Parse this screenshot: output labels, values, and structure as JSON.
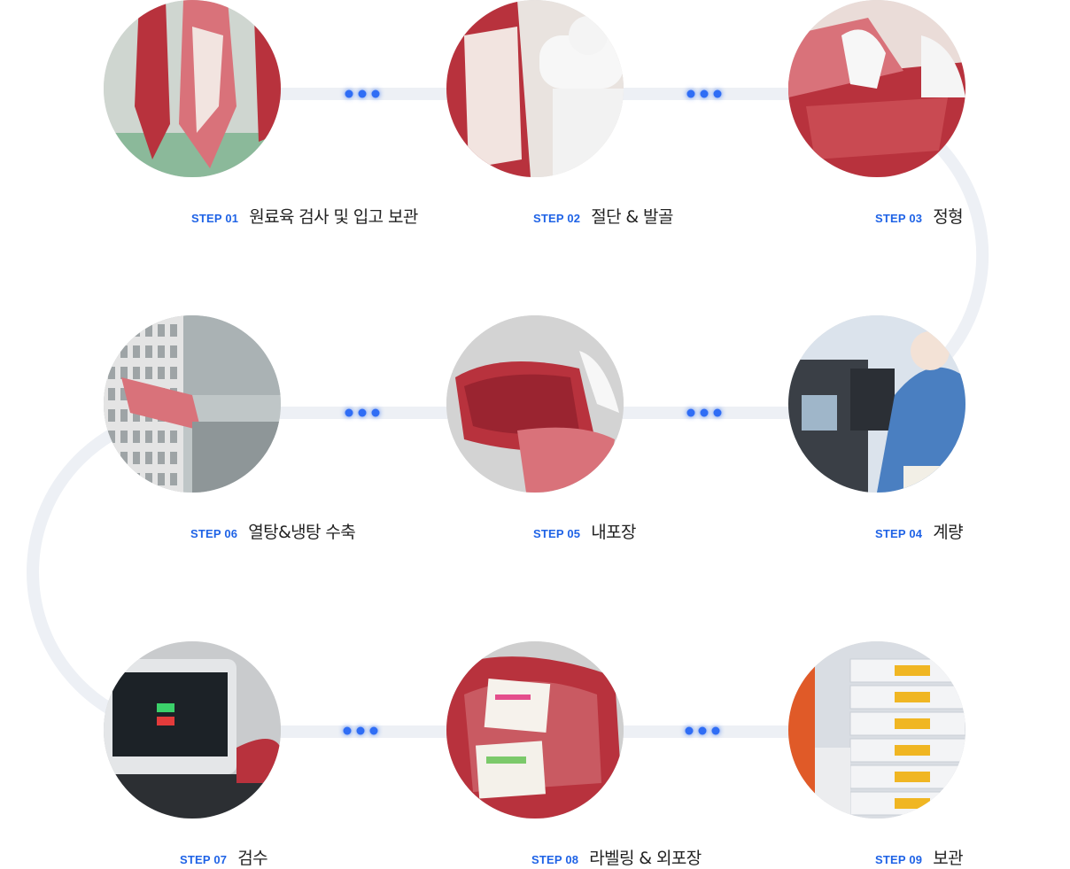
{
  "colors": {
    "accent": "#1f63e6",
    "track": "#edf0f5",
    "dot": "#2f6df5",
    "title_text": "#222222"
  },
  "steps": [
    {
      "num": "STEP 01",
      "title": "원료육 검사 및 입고 보관",
      "image": "hanging-carcass-photo"
    },
    {
      "num": "STEP 02",
      "title": "절단 & 발골",
      "image": "carcass-cutting-photo"
    },
    {
      "num": "STEP 03",
      "title": "정형",
      "image": "meat-trimming-photo"
    },
    {
      "num": "STEP 04",
      "title": "계량",
      "image": "weighing-station-photo"
    },
    {
      "num": "STEP 05",
      "title": "내포장",
      "image": "vacuum-packed-meat-photo"
    },
    {
      "num": "STEP 06",
      "title": "열탕&냉탕 수축",
      "image": "hot-cold-shrink-tunnel-photo"
    },
    {
      "num": "STEP 07",
      "title": "검수",
      "image": "inspection-monitor-photo"
    },
    {
      "num": "STEP 08",
      "title": "라벨링 & 외포장",
      "image": "labeled-meat-photo"
    },
    {
      "num": "STEP 09",
      "title": "보관",
      "image": "boxed-storage-photo"
    }
  ]
}
